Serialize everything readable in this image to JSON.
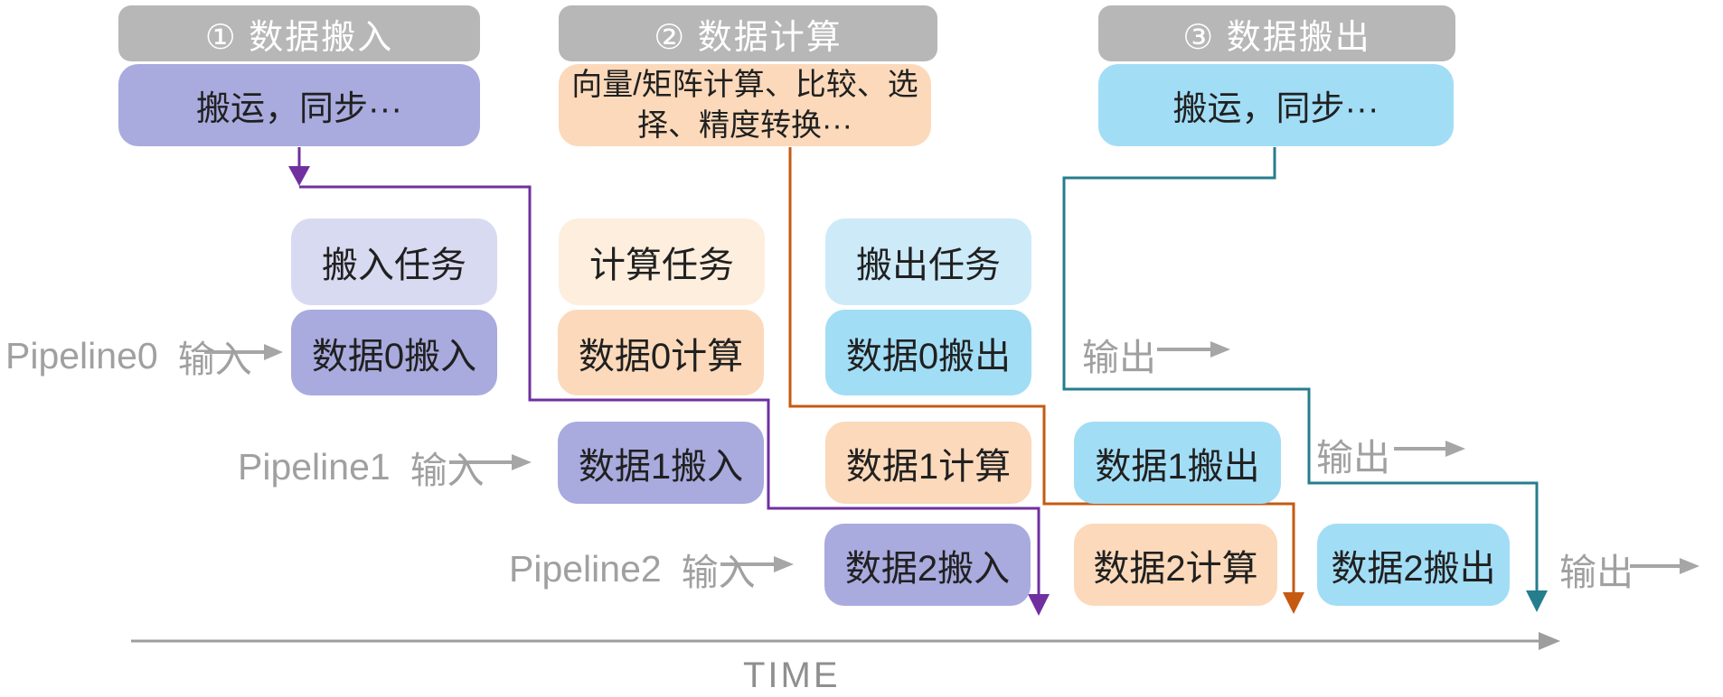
{
  "stages": [
    {
      "header": "① 数据搬入",
      "instruction": "搬运，同步···"
    },
    {
      "header": "② 数据计算",
      "instruction": "向量/矩阵计算、比较、选择、精度转换···"
    },
    {
      "header": "③ 数据搬出",
      "instruction": "搬运，同步···"
    }
  ],
  "task_labels": {
    "move_in": "搬入任务",
    "compute": "计算任务",
    "move_out": "搬出任务"
  },
  "pipelines": [
    {
      "name": "Pipeline0",
      "input_label": "输入",
      "tasks": [
        "数据0搬入",
        "数据0计算",
        "数据0搬出"
      ],
      "output_label": "输出"
    },
    {
      "name": "Pipeline1",
      "input_label": "输入",
      "tasks": [
        "数据1搬入",
        "数据1计算",
        "数据1搬出"
      ],
      "output_label": "输出"
    },
    {
      "name": "Pipeline2",
      "input_label": "输入",
      "tasks": [
        "数据2搬入",
        "数据2计算",
        "数据2搬出"
      ],
      "output_label": "输出"
    }
  ],
  "time_axis": {
    "label": "TIME"
  },
  "colors": {
    "header_bg": "#b7b7b7",
    "header_text": "#ffffff",
    "move_in_strong": "#a9aade",
    "move_in_light": "#d8daf1",
    "compute_strong": "#fbd9ba",
    "compute_light": "#fdeedd",
    "move_out_strong": "#a2ddf6",
    "move_out_light": "#cdeaf9",
    "connector_move_in": "#7030a0",
    "connector_compute": "#c55a11",
    "connector_move_out": "#257d8e",
    "gray_text": "#a0a0a0",
    "gray_arrow": "#a6a6a6"
  }
}
